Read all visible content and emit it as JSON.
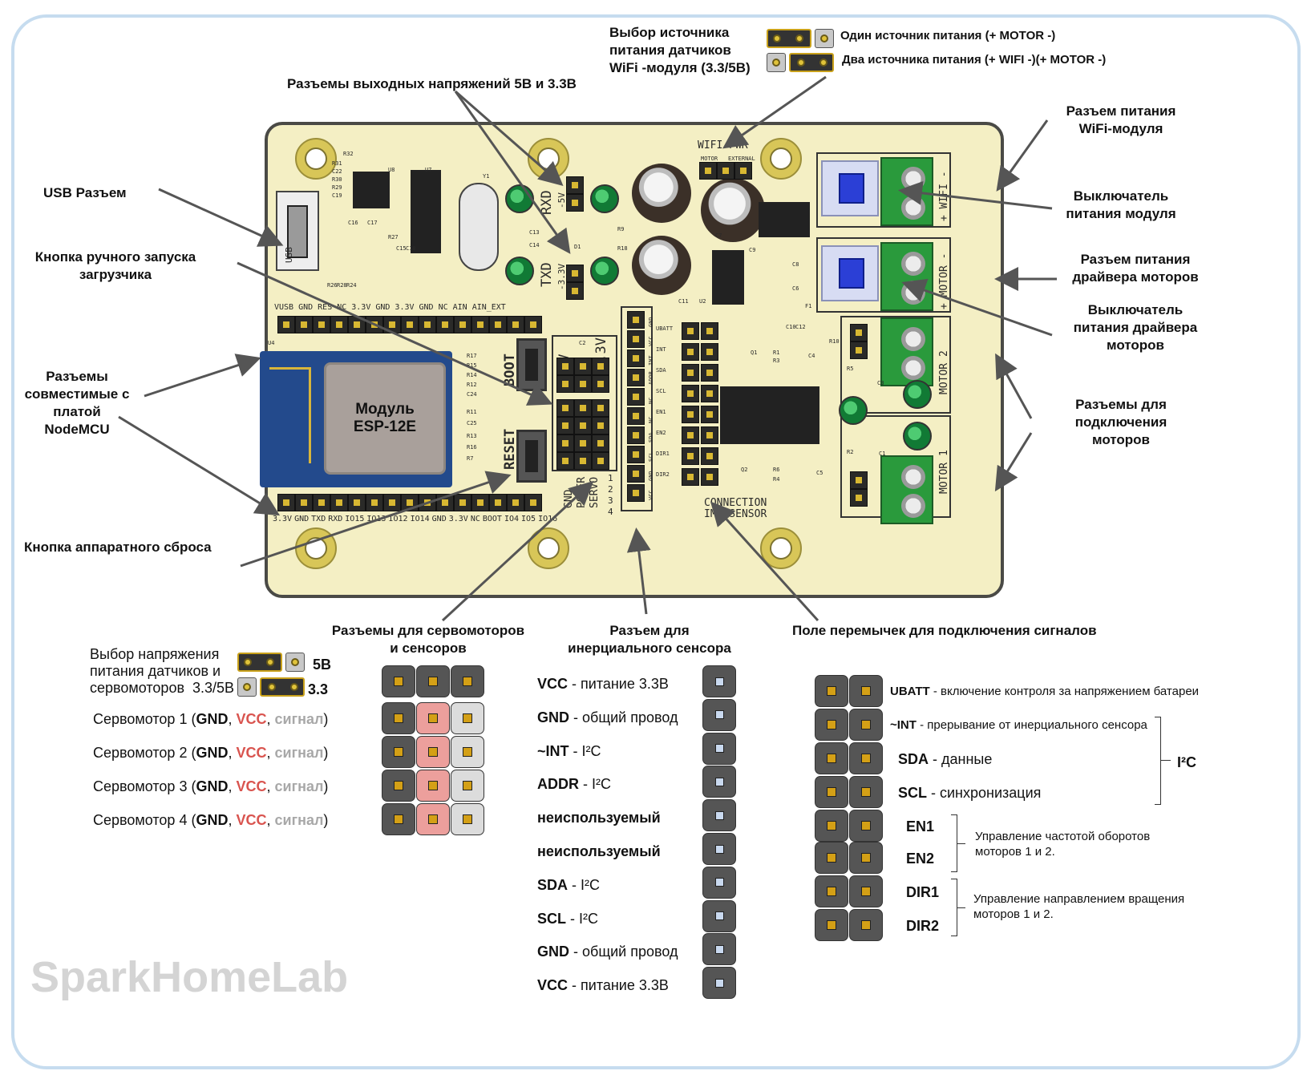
{
  "top_labels": {
    "wifi_pwr_select": "Выбор источника\nпитания датчиков\nWiFi -модуля (3.3/5В)",
    "one_source": "Один источник питания (+ MOTOR -)",
    "two_sources": "Два источника питания (+ WIFI -)(+ MOTOR -)",
    "out_voltage": "Разъемы выходных напряжений 5В и 3.3В"
  },
  "left_labels": {
    "usb": "USB Разъем",
    "boot_button": "Кнопка ручного запуска\nзагрузчика",
    "nodemcu": "Разъемы\nсовместимые с\nплатой\nNodeMCU",
    "reset_button": "Кнопка аппаратного сброса"
  },
  "right_labels": {
    "wifi_power": "Разъем питания\nWiFi-модуля",
    "module_switch": "Выключатель\nпитания модуля",
    "motor_power": "Разъем питания\nдрайвера моторов",
    "driver_switch": "Выключатель\nпитания драйвера\nмоторов",
    "motor_connectors": "Разъемы для\nподключения\nмоторов"
  },
  "bottom_labels": {
    "servo_sensors": "Разъемы для сервомоторов\nи сенсоров",
    "imu": "Разъем для\nинерциального сенсора",
    "jumper_field": "Поле перемычек для подключения сигналов"
  },
  "board": {
    "module_name": "Модуль\nESP-12E",
    "boot": "BOOT",
    "reset": "RESET",
    "wifi_pwr": "WIFI PWR",
    "rxd": "RXD",
    "txd": "TXD",
    "v5": "5V",
    "v33": "3.3V",
    "v5_small": "-5V",
    "v33_small": "-3.3V",
    "wifi_term": "+ WIFI -",
    "motor_term": "+ MOTOR -",
    "motor2": "MOTOR 2",
    "motor1": "MOTOR 1",
    "connection": "CONNECTION",
    "imu_sensor": "IMU SENSOR",
    "gnd_power_servo": [
      "GND",
      "POWER",
      "SERVO"
    ],
    "idx": [
      "1",
      "2",
      "3",
      "4"
    ],
    "usb_silk": "USB",
    "motor_small": "MOTOR",
    "external_small": "EXTERNAL",
    "top_header": [
      "VUSB",
      "GND",
      "RES",
      "NC",
      "3.3V",
      "GND",
      "3.3V",
      "GND",
      "NC",
      "AIN",
      "AIN_EXT"
    ],
    "bottom_header": [
      "3.3V",
      "GND",
      "TXD",
      "RXD",
      "IO15",
      "IO13",
      "IO12",
      "IO14",
      "GND",
      "3.3V",
      "NC",
      "BOOT",
      "IO4",
      "IO5",
      "IO16"
    ],
    "imu_pins": [
      "GND",
      "VCC",
      "INT",
      "ADDR",
      "NC",
      "NC",
      "SDA",
      "SCL",
      "GND",
      "VCC"
    ],
    "jump_pins": [
      "UBATT",
      "INT",
      "SDA",
      "SCL",
      "EN1",
      "EN2",
      "DIR1",
      "DIR2"
    ],
    "components": [
      "R31",
      "C22",
      "R30",
      "R29",
      "C19",
      "R32",
      "U8",
      "U7",
      "Y1",
      "C16",
      "C17",
      "R27",
      "C15",
      "C18",
      "C13",
      "C14",
      "R9",
      "R18",
      "D1",
      "R26",
      "R28",
      "R24",
      "C11",
      "U2",
      "C7",
      "C9",
      "C8",
      "C6",
      "F1",
      "C10",
      "C12",
      "R10",
      "Q1",
      "R1",
      "R3",
      "C4",
      "R17",
      "R15",
      "R14",
      "R12",
      "C24",
      "R11",
      "C25",
      "R13",
      "R16",
      "R7",
      "U4",
      "C2",
      "R5",
      "C3",
      "R2",
      "C1",
      "Q2",
      "R6",
      "R4",
      "C5"
    ]
  },
  "legend_voltage": {
    "label": "Выбор напряжения\nпитания датчиков и\nсервомоторов  3.3/5В",
    "opt5": "5В",
    "opt33": "3.3"
  },
  "servos": [
    {
      "name": "Сервомотор 1",
      "gnd": "GND",
      "vcc": "VCC",
      "sig": "сигнал"
    },
    {
      "name": "Сервомотор 2",
      "gnd": "GND",
      "vcc": "VCC",
      "sig": "сигнал"
    },
    {
      "name": "Сервомотор 3",
      "gnd": "GND",
      "vcc": "VCC",
      "sig": "сигнал"
    },
    {
      "name": "Сервомотор 4",
      "gnd": "GND",
      "vcc": "VCC",
      "sig": "сигнал"
    }
  ],
  "imu_rows": [
    {
      "key": "VCC",
      "desc": " - питание  3.3В"
    },
    {
      "key": "GND",
      "desc": " - общий провод"
    },
    {
      "key": "~INT",
      "desc": " - I²C"
    },
    {
      "key": "ADDR",
      "desc": " - I²C"
    },
    {
      "key": "неиспользуемый",
      "desc": ""
    },
    {
      "key": "неиспользуемый",
      "desc": ""
    },
    {
      "key": "SDA",
      "desc": " - I²C"
    },
    {
      "key": "SCL",
      "desc": " - I²C"
    },
    {
      "key": "GND",
      "desc": " - общий провод"
    },
    {
      "key": "VCC",
      "desc": " - питание  3.3В"
    }
  ],
  "jumper_rows": [
    {
      "key": "UBATT",
      "desc": " - включение контроля за напряжением батареи"
    },
    {
      "key": "~INT",
      "desc": " - прерывание от инерциального сенсора"
    },
    {
      "key": "SDA",
      "desc": " - данные"
    },
    {
      "key": "SCL",
      "desc": " - синхронизация"
    },
    {
      "key": "EN1",
      "desc": ""
    },
    {
      "key": "EN2",
      "desc": ""
    },
    {
      "key": "DIR1",
      "desc": ""
    },
    {
      "key": "DIR2",
      "desc": ""
    }
  ],
  "groups": {
    "i2c": "I²C",
    "en": "Управление частотой оборотов\nмоторов 1 и 2.",
    "dir": "Управление направлением вращения\nмоторов 1 и 2."
  },
  "watermark": "SparkHomeLab",
  "colors": {
    "board": "#f4efc4",
    "frame": "#c6dcef",
    "vcc_red": "#d9544f",
    "signal_gray": "#a8a8a8",
    "pin_gold": "#d4a016",
    "switch_blue": "#2b3fd6",
    "terminal_green": "#2a9a3c"
  }
}
